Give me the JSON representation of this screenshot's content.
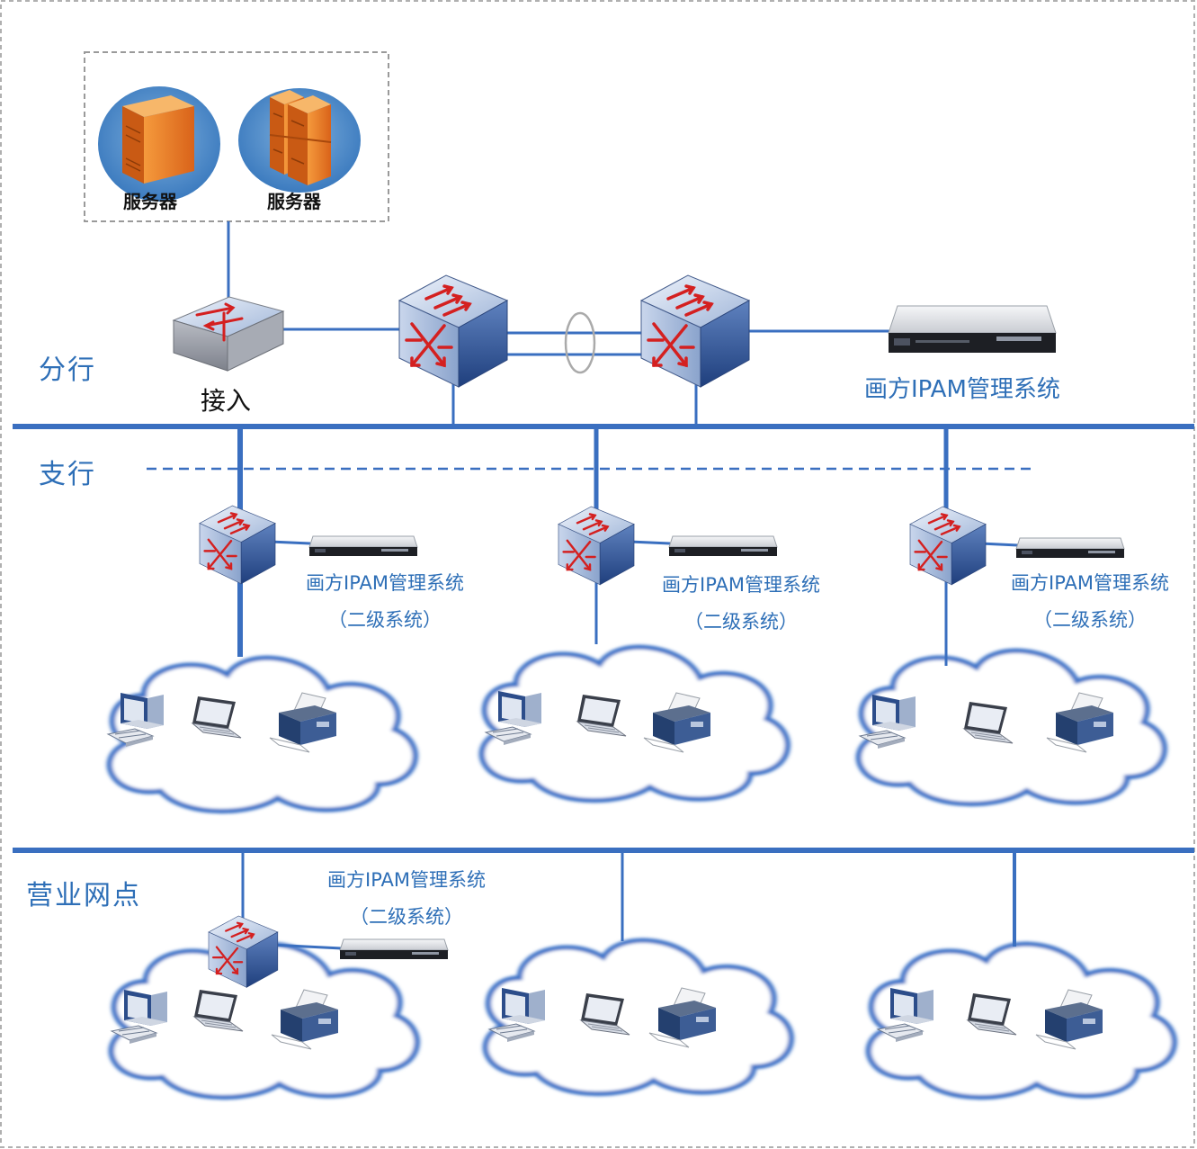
{
  "tiers": {
    "branch": "分行",
    "sub_branch": "支行",
    "outlet": "营业网点"
  },
  "servers": [
    {
      "label": "服务器",
      "icon": "single-server-icon"
    },
    {
      "label": "服务器",
      "icon": "server-cluster-icon"
    }
  ],
  "access_switch": {
    "label": "接入"
  },
  "ipam_main": {
    "label": "画方IPAM管理系统"
  },
  "sub_branch_ipam": [
    {
      "line1": "画方IPAM管理系统",
      "line2": "（二级系统）"
    },
    {
      "line1": "画方IPAM管理系统",
      "line2": "（二级系统）"
    },
    {
      "line1": "画方IPAM管理系统",
      "line2": "（二级系统）"
    }
  ],
  "outlet_ipam": {
    "line1": "画方IPAM管理系统",
    "line2": "（二级系统）"
  },
  "colors": {
    "line": "#3a6fc0",
    "label": "#2e6fb7",
    "cloud_stroke": "#3f74c8",
    "border": "#b0b0b0"
  }
}
